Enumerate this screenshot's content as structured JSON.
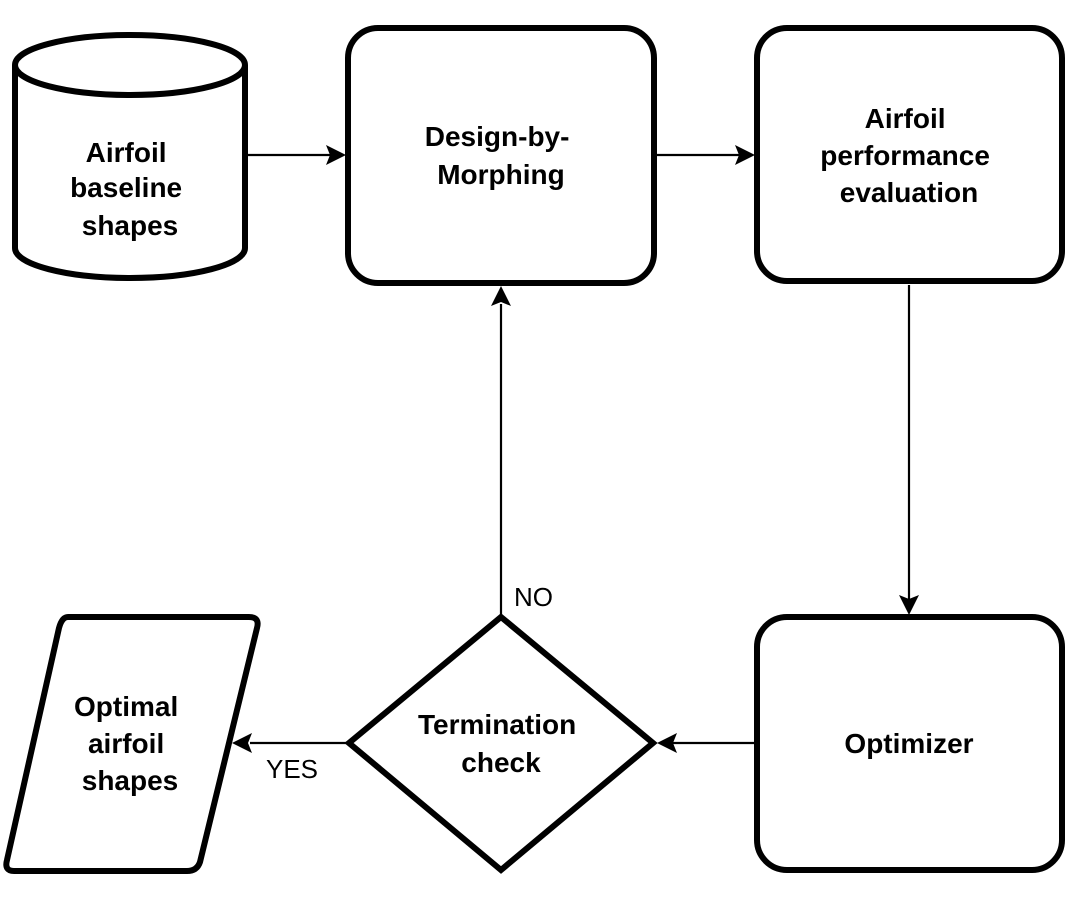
{
  "nodes": {
    "baseline": {
      "lines": [
        "Airfoil",
        "baseline",
        "shapes"
      ],
      "shape": "cylinder"
    },
    "morphing": {
      "lines": [
        "Design-by-",
        "Morphing"
      ],
      "shape": "rounded-rectangle"
    },
    "evaluation": {
      "lines": [
        "Airfoil",
        "performance",
        "evaluation"
      ],
      "shape": "rounded-rectangle"
    },
    "optimizer": {
      "lines": [
        "Optimizer"
      ],
      "shape": "rounded-rectangle"
    },
    "termination": {
      "lines": [
        "Termination",
        "check"
      ],
      "shape": "diamond"
    },
    "optimal": {
      "lines": [
        "Optimal",
        "airfoil",
        "shapes"
      ],
      "shape": "parallelogram"
    }
  },
  "edges": [
    {
      "from": "baseline",
      "to": "morphing",
      "label": ""
    },
    {
      "from": "morphing",
      "to": "evaluation",
      "label": ""
    },
    {
      "from": "evaluation",
      "to": "optimizer",
      "label": ""
    },
    {
      "from": "optimizer",
      "to": "termination",
      "label": ""
    },
    {
      "from": "termination",
      "to": "morphing",
      "label": "NO"
    },
    {
      "from": "termination",
      "to": "optimal",
      "label": "YES"
    }
  ],
  "colors": {
    "stroke": "#000000",
    "fill": "#ffffff",
    "text": "#000000"
  }
}
